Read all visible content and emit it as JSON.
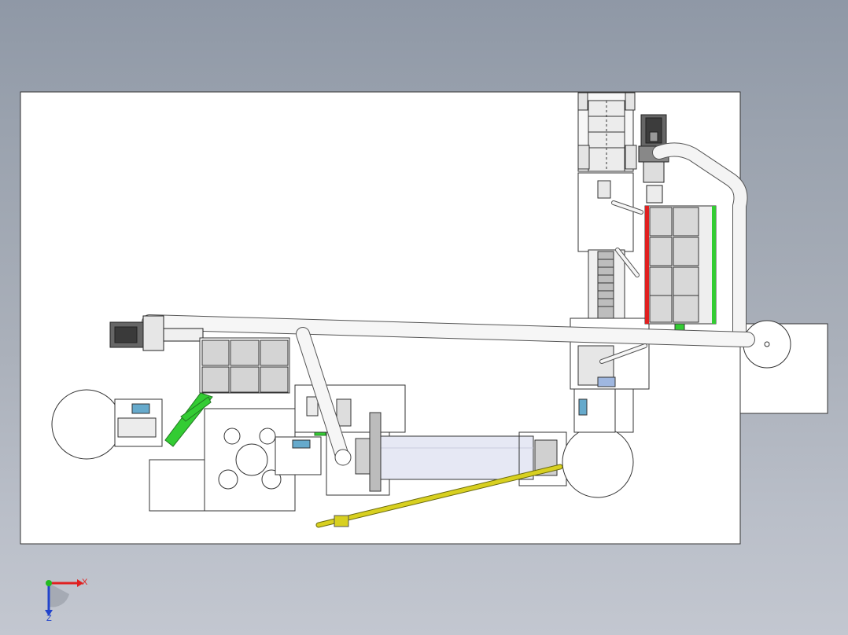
{
  "viewport": {
    "title": "",
    "background_top": "#8f98a6",
    "background_bottom": "#c3c7d0"
  },
  "model": {
    "view": "top",
    "line_color": "#3a3a3a",
    "sheet_color": "#ffffff",
    "highlight_colors": {
      "green": "#33cc33",
      "red": "#e02020",
      "yellow": "#d8d020",
      "panel_gray": "#d8d8d8",
      "motor_dark": "#555555",
      "drum_blue": "#e6e8f4"
    }
  },
  "triad": {
    "x_label": "X",
    "z_label": "Z",
    "x_color": "#e02020",
    "y_color": "#22bb22",
    "z_color": "#2244cc"
  }
}
